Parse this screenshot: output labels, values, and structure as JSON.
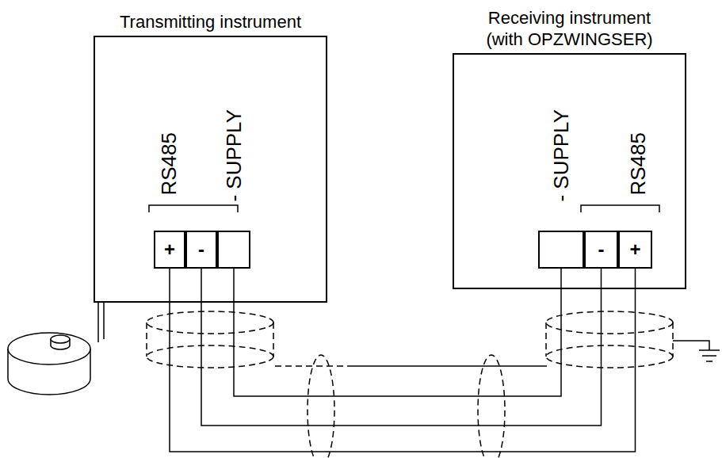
{
  "diagram": {
    "nodes": [
      {
        "text": [
          "Transmitting instrument"
        ]
      },
      {
        "text": [
          "+"
        ],
        "in": 0
      },
      {
        "text": [
          "-"
        ],
        "in": 0
      },
      {
        "text": [
          "- SUPPLY"
        ],
        "in": 0
      },
      {
        "text": [
          "Receiving instrument (with OPZWINGSER)"
        ]
      },
      {
        "text": [
          "- SUPPLY"
        ],
        "in": 4
      },
      {
        "text": [
          "-"
        ],
        "in": 4
      },
      {
        "text": [
          "+"
        ],
        "in": 4
      }
    ],
    "edges": [
      {
        "from": 1,
        "to": 7,
        "arrow": "none"
      },
      {
        "from": 2,
        "to": 6,
        "arrow": "none"
      },
      {
        "from": 3,
        "to": 5,
        "arrow": "none"
      }
    ],
    "labels": [
      "RS485",
      "RS485"
    ]
  }
}
